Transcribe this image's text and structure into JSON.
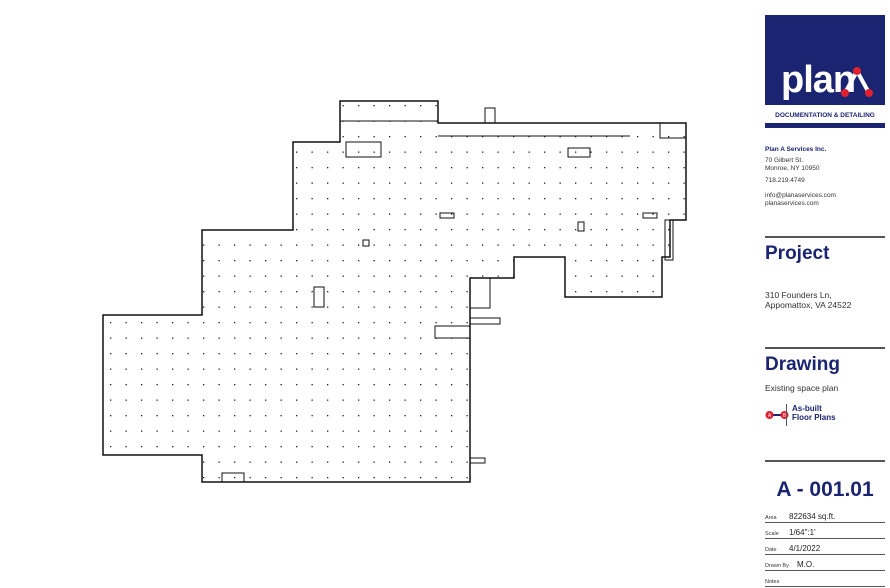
{
  "titleblock": {
    "logo_text": "plan A",
    "tagline": "DOCUMENTATION & DETAILING",
    "company": "Plan A Services Inc.",
    "address1": "70 Gilbert St.",
    "address2": "Monroe, NY 10950",
    "phone": "718.219.4749",
    "email": "info@planaservices.com",
    "website": "planaservices.com",
    "brand_color": "#1b2470",
    "accent_color": "#e0202e"
  },
  "project": {
    "heading": "Project",
    "address1": "310 Founders Ln,",
    "address2": "Appomattox, VA 24522"
  },
  "drawing": {
    "heading": "Drawing",
    "description": "Existing space plan",
    "badge_a": "A",
    "badge_b": "B",
    "type_line1": "As-built",
    "type_line2": "Floor Plans"
  },
  "sheet": {
    "number": "A - 001.01",
    "fields": [
      {
        "label": "Area",
        "value": "822634 sq.ft."
      },
      {
        "label": "Scale",
        "value": "1/64\":1'"
      },
      {
        "label": "Date",
        "value": "4/1/2022"
      },
      {
        "label": "Drawn By",
        "value": "M.O."
      },
      {
        "label": "Notes",
        "value": ""
      }
    ]
  }
}
